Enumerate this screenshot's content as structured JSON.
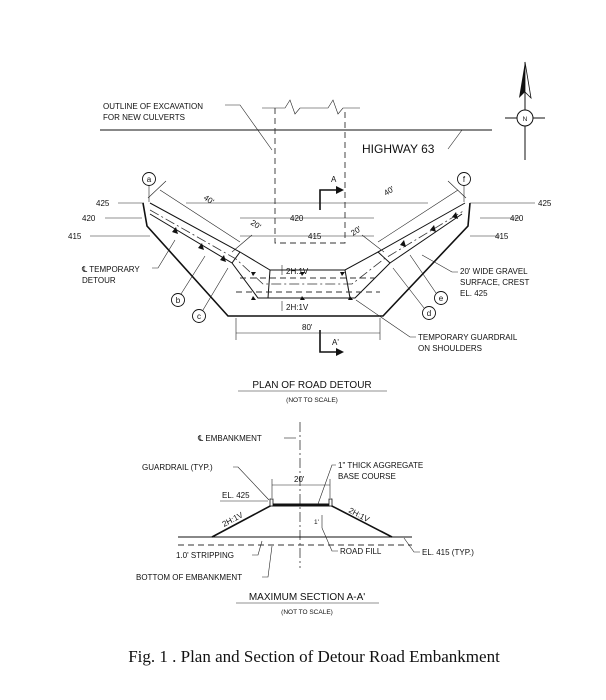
{
  "plan": {
    "outline_label_1": "OUTLINE OF EXCAVATION",
    "outline_label_2": "FOR NEW CULVERTS",
    "highway_label": "HIGHWAY 63",
    "north_label": "N",
    "section_cut_label": "A",
    "section_cut_label_end": "A'",
    "contour_425": "425",
    "contour_420": "420",
    "contour_415": "415",
    "dim_40": "40'",
    "dim_20": "20'",
    "dim_80": "80'",
    "slope_2h1v": "2H:1V",
    "centerline_label_1": "℄ TEMPORARY",
    "centerline_label_2": "DETOUR",
    "gravel_label_1": "20' WIDE GRAVEL",
    "gravel_label_2": "SURFACE, CREST",
    "gravel_label_3": "EL. 425",
    "guardrail_label_1": "TEMPORARY GUARDRAIL",
    "guardrail_label_2": "ON SHOULDERS",
    "point_a": "a",
    "point_b": "b",
    "point_c": "c",
    "point_d": "d",
    "point_e": "e",
    "point_f": "f",
    "title": "PLAN OF ROAD DETOUR",
    "subtitle": "(NOT TO SCALE)"
  },
  "section": {
    "embankment_label": "℄ EMBANKMENT",
    "guardrail_label": "GUARDRAIL (TYP.)",
    "dim_20": "20'",
    "aggregate_label_1": "1\" THICK AGGREGATE",
    "aggregate_label_2": "BASE COURSE",
    "el_425": "EL. 425",
    "slope_left": "2H:1V",
    "slope_right": "2H:1V",
    "stripping_label": "1.0' STRIPPING",
    "road_fill_label": "ROAD FILL",
    "el_415_label": "EL. 415 (TYP.)",
    "bottom_label": "BOTTOM OF EMBANKMENT",
    "fill_mark": "1'",
    "title": "MAXIMUM SECTION A-A'",
    "subtitle": "(NOT TO SCALE)"
  },
  "caption": "Fig. 1 . Plan and Section of Detour Road Embankment"
}
